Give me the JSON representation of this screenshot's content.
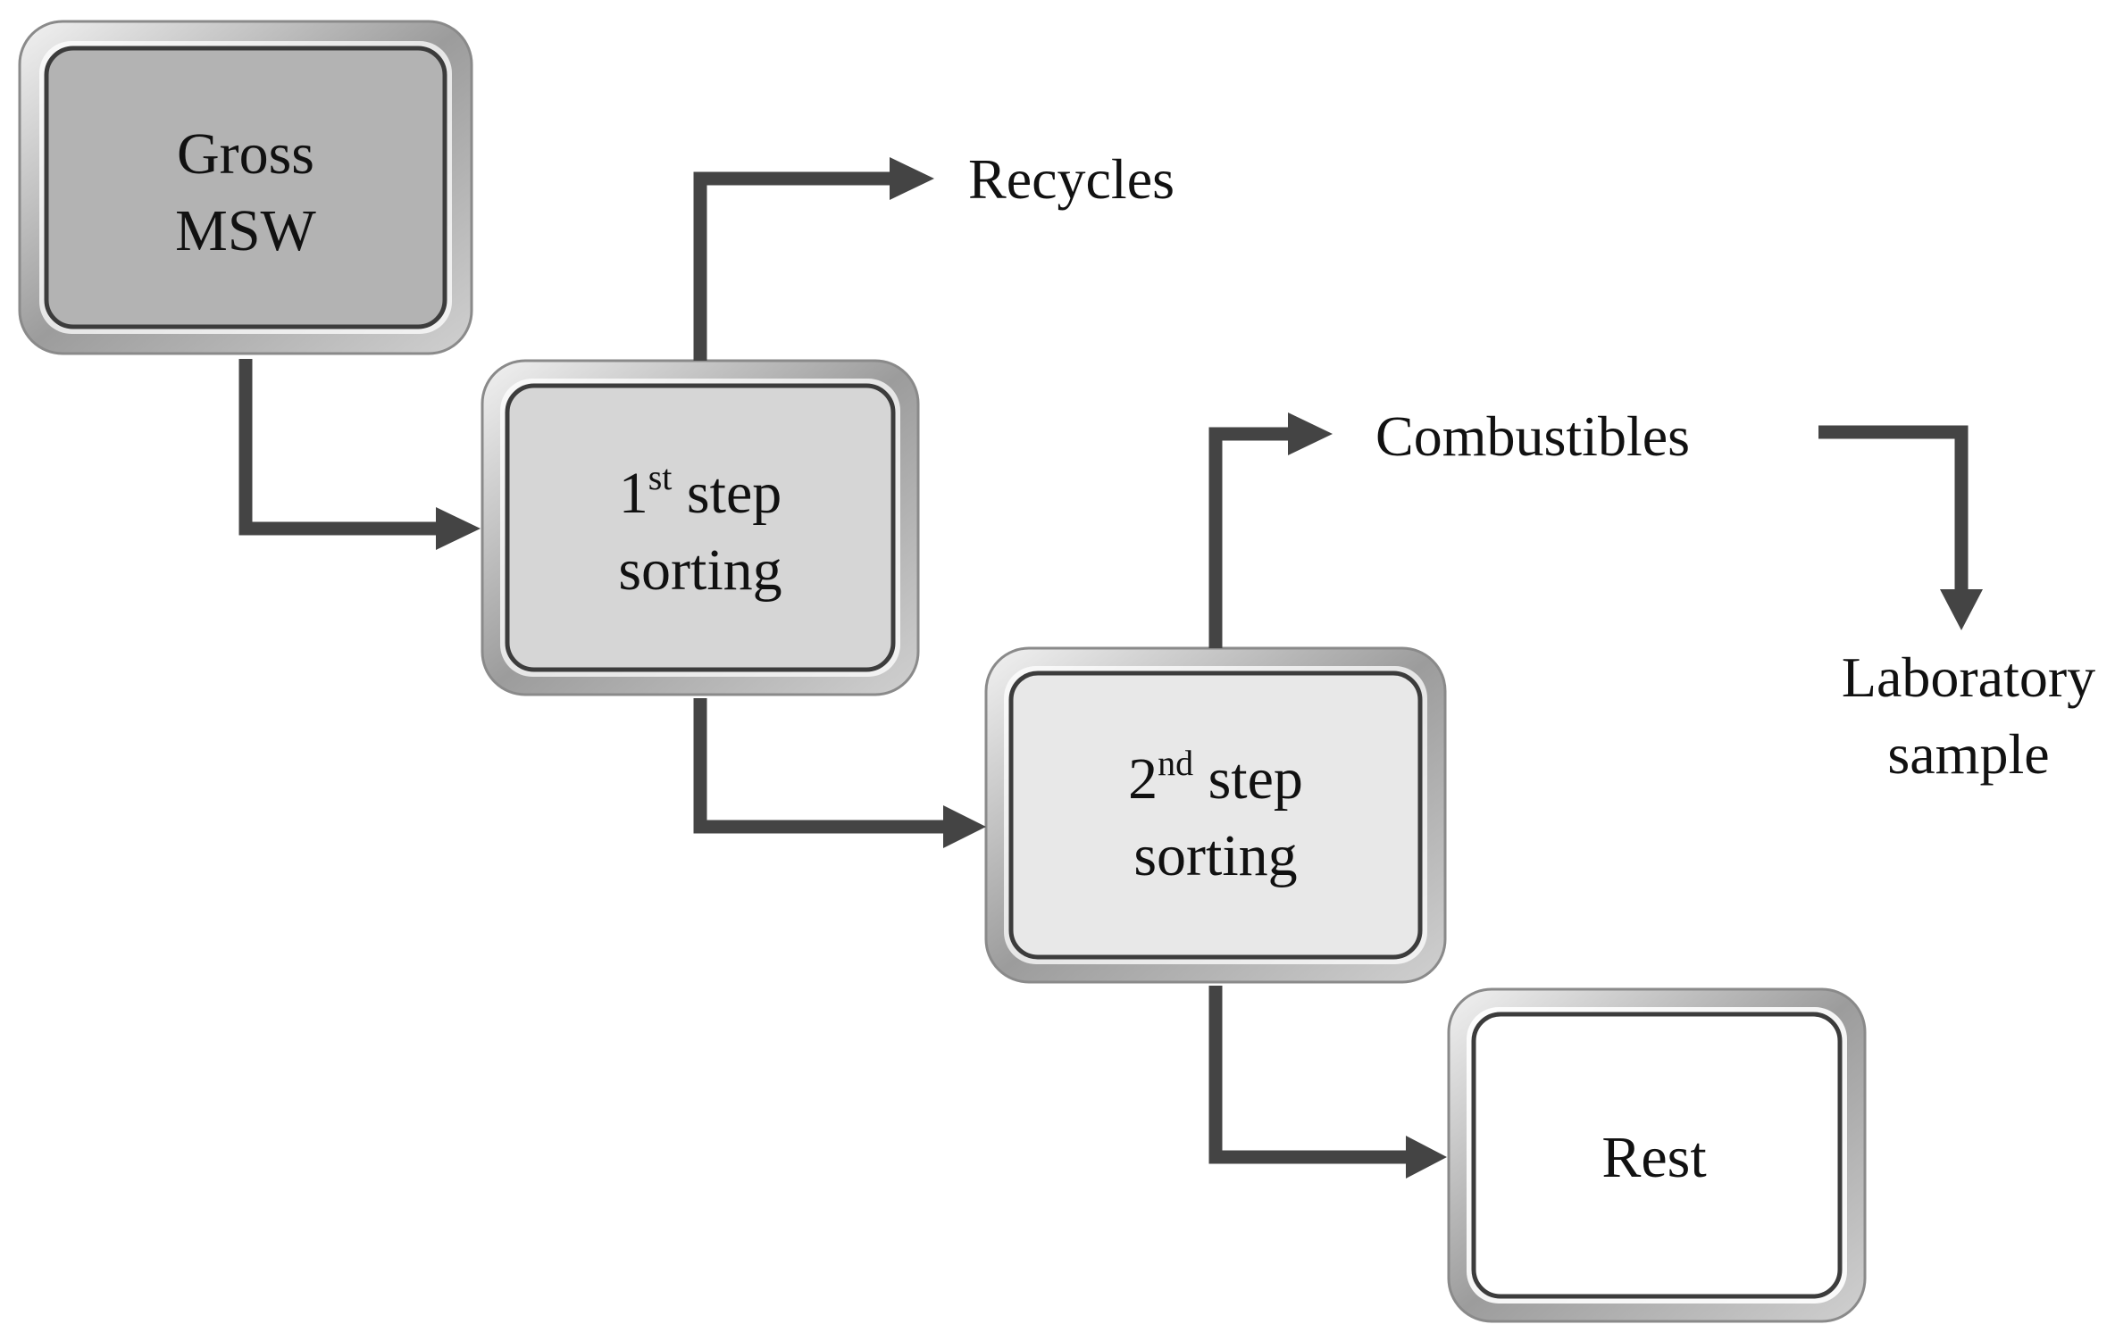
{
  "nodes": {
    "gross": {
      "line1": "Gross",
      "line2": "MSW",
      "fill": "#b3b3b3"
    },
    "step1": {
      "num": "1",
      "sup": "st",
      "rest": " step",
      "line2": "sorting",
      "fill": "#d6d6d6"
    },
    "step2": {
      "num": "2",
      "sup": "nd",
      "rest": " step",
      "line2": "sorting",
      "fill": "#e8e8e8"
    },
    "rest": {
      "label": "Rest",
      "fill": "#ffffff"
    }
  },
  "outputs": {
    "recycles": "Recycles",
    "combustibles": "Combustibles",
    "laboratory": {
      "line1": "Laboratory",
      "line2": "sample"
    }
  },
  "colors": {
    "arrow": "#444444",
    "frame": "#9a9a9a"
  }
}
